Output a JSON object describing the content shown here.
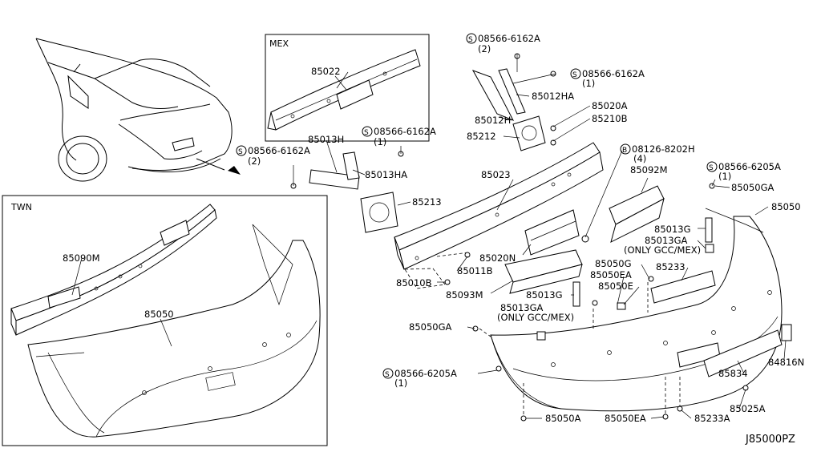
{
  "diagram": {
    "code": "J85000PZ",
    "box_labels": {
      "mex": "MEX",
      "twn": "TWN"
    },
    "labels": {
      "l_85022": "85022",
      "l_85013H": "85013H",
      "l_s2_top": "08566-6162A",
      "l_s2_top_q": "(2)",
      "l_s_mid": "08566-6162A",
      "l_s_mid_q": "(1)",
      "l_85012HA": "85012HA",
      "l_85012H": "85012H",
      "l_85020A": "85020A",
      "l_85210B": "85210B",
      "l_85212": "85212",
      "l_s_85013h": "08566-6162A",
      "l_s_85013h_q": "(1)",
      "l_s_left": "08566-6162A",
      "l_s_left_q": "(2)",
      "l_85013HA": "85013HA",
      "l_85213": "85213",
      "l_b_08126": "08126-8202H",
      "l_b_08126_q": "(4)",
      "l_85023": "85023",
      "l_85092M": "85092M",
      "l_s_6205_top": "08566-6205A",
      "l_s_6205_top_q": "(1)",
      "l_85050GA_top": "85050GA",
      "l_85050_right": "85050",
      "l_85013G_top": "85013G",
      "l_85013GA_top": "85013GA",
      "l_gcc_top": "(ONLY GCC/MEX)",
      "l_85020N": "85020N",
      "l_85050G": "85050G",
      "l_85233": "85233",
      "l_85011B": "85011B",
      "l_85050EA_top": "85050EA",
      "l_85010B": "85010B",
      "l_85093M": "85093M",
      "l_85050E": "85050E",
      "l_85013G_mid": "85013G",
      "l_85013GA_mid": "85013GA",
      "l_gcc_mid": "(ONLY GCC/MEX)",
      "l_85050GA_mid": "85050GA",
      "l_85834": "85834",
      "l_84816N": "84816N",
      "l_s_6205_bot": "08566-6205A",
      "l_s_6205_bot_q": "(1)",
      "l_85025A": "85025A",
      "l_85050A": "85050A",
      "l_85050EA_bot": "85050EA",
      "l_85233A": "85233A",
      "l_85090M": "85090M",
      "l_85050_twn": "85050"
    }
  }
}
